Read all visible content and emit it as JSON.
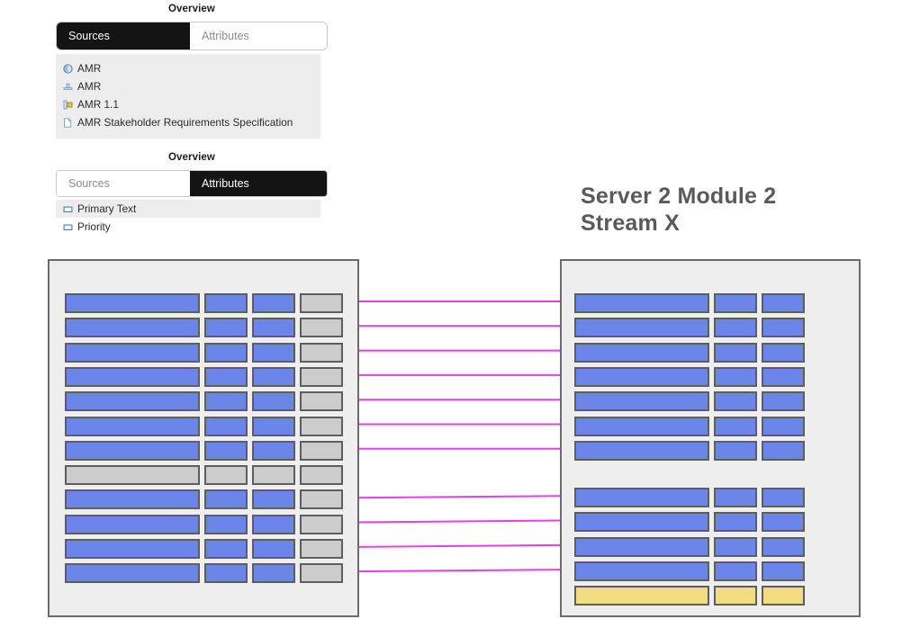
{
  "overview_sources": {
    "title": "Overview",
    "tabs": [
      {
        "label": "Sources",
        "active": true
      },
      {
        "label": "Attributes",
        "active": false
      }
    ],
    "items": [
      {
        "icon": "info-circle-icon",
        "label": "AMR"
      },
      {
        "icon": "component-icon",
        "label": "AMR"
      },
      {
        "icon": "module-icon",
        "label": "AMR 1.1"
      },
      {
        "icon": "document-icon",
        "label": "AMR Stakeholder Requirements Specification"
      }
    ]
  },
  "overview_attributes": {
    "title": "Overview",
    "tabs": [
      {
        "label": "Sources",
        "active": false
      },
      {
        "label": "Attributes",
        "active": true
      }
    ],
    "items": [
      {
        "icon": "attribute-icon",
        "label": "Primary Text"
      },
      {
        "icon": "attribute-icon",
        "label": "Priority"
      }
    ]
  },
  "diagram": {
    "heading": "Server 2 Module 2 Stream X",
    "colors": {
      "blue": "#6b86e8",
      "gray": "#cccccc",
      "yellow": "#f3db7f",
      "link": "#e83ee8",
      "panel_bg": "#eeeeee",
      "border": "#5e5e5e"
    },
    "left_table": {
      "name": "source-table",
      "columns": [
        150,
        48,
        48,
        48
      ],
      "rows": [
        {
          "index": 1,
          "cells": [
            "blue",
            "blue",
            "blue",
            "gray"
          ],
          "linked": true
        },
        {
          "index": 2,
          "cells": [
            "blue",
            "blue",
            "blue",
            "gray"
          ],
          "linked": true
        },
        {
          "index": 3,
          "cells": [
            "blue",
            "blue",
            "blue",
            "gray"
          ],
          "linked": true
        },
        {
          "index": 4,
          "cells": [
            "blue",
            "blue",
            "blue",
            "gray"
          ],
          "linked": true
        },
        {
          "index": 5,
          "cells": [
            "blue",
            "blue",
            "blue",
            "gray"
          ],
          "linked": true
        },
        {
          "index": 6,
          "cells": [
            "blue",
            "blue",
            "blue",
            "gray"
          ],
          "linked": true
        },
        {
          "index": 7,
          "cells": [
            "blue",
            "blue",
            "blue",
            "gray"
          ],
          "linked": true
        },
        {
          "index": 8,
          "cells": [
            "gray",
            "gray",
            "gray",
            "gray"
          ],
          "linked": false
        },
        {
          "index": 9,
          "cells": [
            "blue",
            "blue",
            "blue",
            "gray"
          ],
          "linked": true
        },
        {
          "index": 10,
          "cells": [
            "blue",
            "blue",
            "blue",
            "gray"
          ],
          "linked": true
        },
        {
          "index": 11,
          "cells": [
            "blue",
            "blue",
            "blue",
            "gray"
          ],
          "linked": true
        },
        {
          "index": 12,
          "cells": [
            "blue",
            "blue",
            "blue",
            "gray"
          ],
          "linked": true
        }
      ]
    },
    "right_table": {
      "name": "target-table",
      "columns": [
        150,
        48,
        48
      ],
      "rows": [
        {
          "index": 1,
          "cells": [
            "blue",
            "blue",
            "blue"
          ],
          "linked": true
        },
        {
          "index": 2,
          "cells": [
            "blue",
            "blue",
            "blue"
          ],
          "linked": true
        },
        {
          "index": 3,
          "cells": [
            "blue",
            "blue",
            "blue"
          ],
          "linked": true
        },
        {
          "index": 4,
          "cells": [
            "blue",
            "blue",
            "blue"
          ],
          "linked": true
        },
        {
          "index": 5,
          "cells": [
            "blue",
            "blue",
            "blue"
          ],
          "linked": true
        },
        {
          "index": 6,
          "cells": [
            "blue",
            "blue",
            "blue"
          ],
          "linked": true
        },
        {
          "index": 7,
          "cells": [
            "blue",
            "blue",
            "blue"
          ],
          "linked": true
        },
        {
          "index": 8,
          "cells": [
            "blue",
            "blue",
            "blue"
          ],
          "linked": true
        },
        {
          "index": 9,
          "cells": [
            "blue",
            "blue",
            "blue"
          ],
          "linked": true
        },
        {
          "index": 10,
          "cells": [
            "blue",
            "blue",
            "blue"
          ],
          "linked": true
        },
        {
          "index": 11,
          "cells": [
            "blue",
            "blue",
            "blue"
          ],
          "linked": true
        },
        {
          "index": 12,
          "cells": [
            "yellow",
            "yellow",
            "yellow"
          ],
          "linked": false
        }
      ]
    },
    "links": [
      {
        "from": 1,
        "to": 1
      },
      {
        "from": 2,
        "to": 2
      },
      {
        "from": 3,
        "to": 3
      },
      {
        "from": 4,
        "to": 4
      },
      {
        "from": 5,
        "to": 5
      },
      {
        "from": 6,
        "to": 6
      },
      {
        "from": 7,
        "to": 7
      },
      {
        "from": 9,
        "to": 8
      },
      {
        "from": 10,
        "to": 9
      },
      {
        "from": 11,
        "to": 10
      },
      {
        "from": 12,
        "to": 11
      }
    ]
  }
}
